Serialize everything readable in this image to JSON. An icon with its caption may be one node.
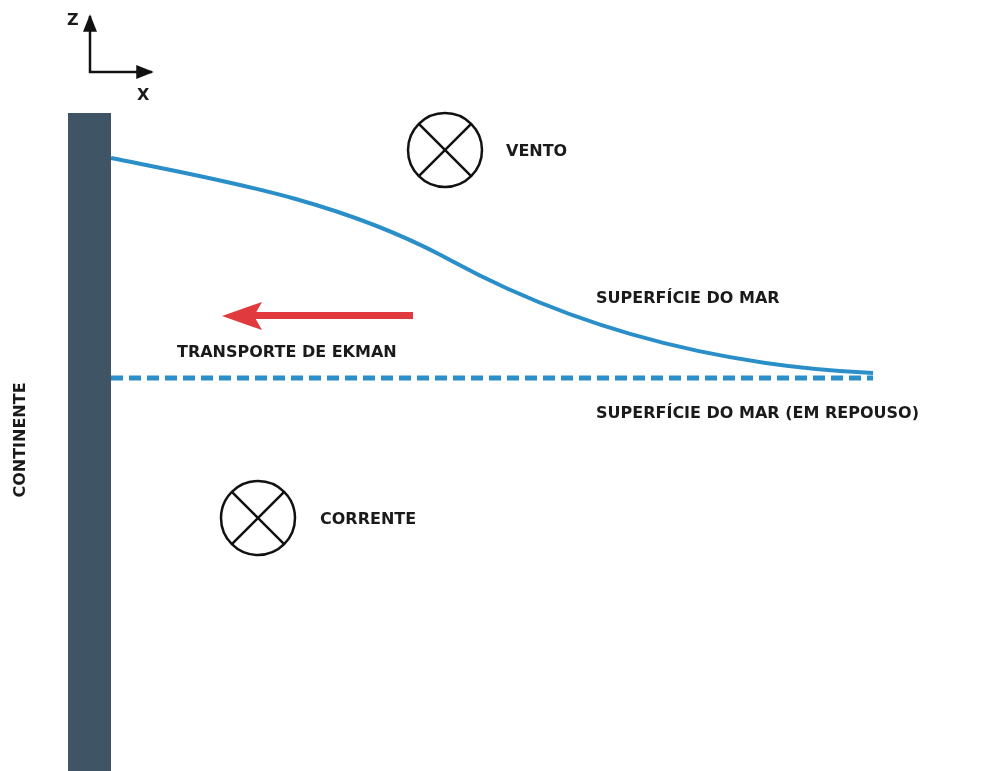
{
  "diagram": {
    "nodes": [
      {
        "text": [],
        "shape": "bar",
        "beside": [
          "CONTINENTE"
        ]
      }
    ],
    "labels": [
      "Z",
      "X",
      "VENTO",
      "SUPERFÍCIE DO MAR",
      "TRANSPORTE DE EKMAN",
      "SUPERFÍCIE DO MAR (EM REPOUSO)",
      "CORRENTE"
    ]
  }
}
